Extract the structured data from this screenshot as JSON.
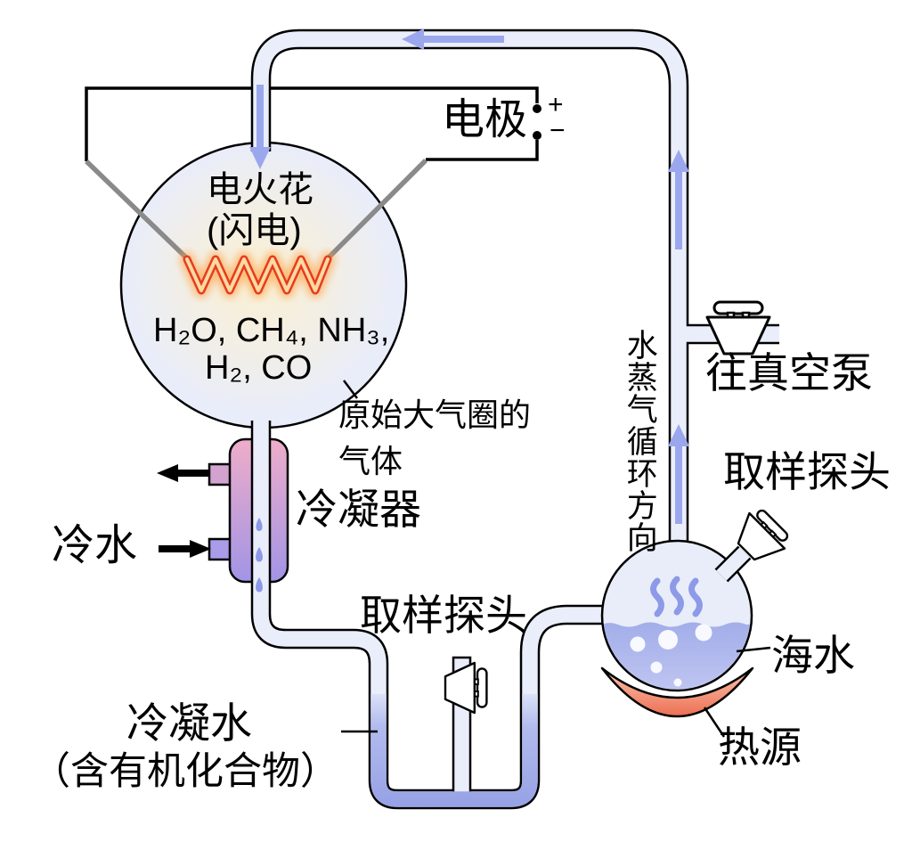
{
  "spark_flask": {
    "label_line1": "电火花",
    "label_line2": "(闪电)",
    "gases_line1": "H₂O, CH₄, NH₃,",
    "gases_line2": "H₂, CO"
  },
  "electrode": {
    "label": "电极",
    "plus": "+",
    "minus": "−"
  },
  "atmosphere_label": {
    "line1": "原始大气圈的",
    "line2": "气体"
  },
  "condenser": {
    "label": "冷凝器",
    "cold_water_label": "冷水"
  },
  "condensate": {
    "line1": "冷凝水",
    "line2": "（含有机化合物）"
  },
  "sampling_probe_bottom": {
    "label": "取样探头"
  },
  "sampling_probe_top": {
    "label": "取样探头"
  },
  "vacuum_pump": {
    "label": "往真空泵"
  },
  "vapor_flow": {
    "label": "水蒸气循环方向"
  },
  "seawater": {
    "label": "海水"
  },
  "heat_source": {
    "label": "热源"
  },
  "colors": {
    "tube_fill": "#eaeefb",
    "flask_fill": "#e9edf9",
    "water_dark": "#96a1e5",
    "water_light": "#dfe5f8",
    "flow_arrow": "#9ba7ed",
    "condenser_pink": "#eeadca",
    "condenser_purple": "#a294e5",
    "coil_red": "#e63c1e",
    "coil_inner": "#ffd9a2",
    "coil_glow": "#ff9d3c",
    "spark_glow": "#fbf0d0",
    "heat_light": "#fcc9b4",
    "heat_dark": "#ea6245",
    "wire_gray": "#8a8a8a",
    "droplet_blue": "#8d99e8",
    "steam_blue": "#8d9ae8"
  }
}
